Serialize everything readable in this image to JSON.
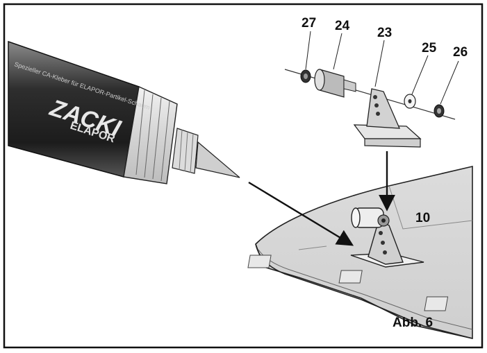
{
  "diagram": {
    "caption": "Abb. 6",
    "tube_brand": "ZACKI",
    "tube_sub": "ELAPOR",
    "tube_small_text": "Spezieller CA-Kleber für ELAPOR-Partikel-Schaum",
    "part_labels": [
      {
        "id": "27",
        "text": "27"
      },
      {
        "id": "24",
        "text": "24"
      },
      {
        "id": "23",
        "text": "23"
      },
      {
        "id": "25",
        "text": "25"
      },
      {
        "id": "26",
        "text": "26"
      },
      {
        "id": "10",
        "text": "10"
      }
    ],
    "colors": {
      "frame": "#111111",
      "line": "#1a1a1a",
      "wing": "#d9d9d9",
      "tube_dark": "#3a3a3a"
    }
  }
}
